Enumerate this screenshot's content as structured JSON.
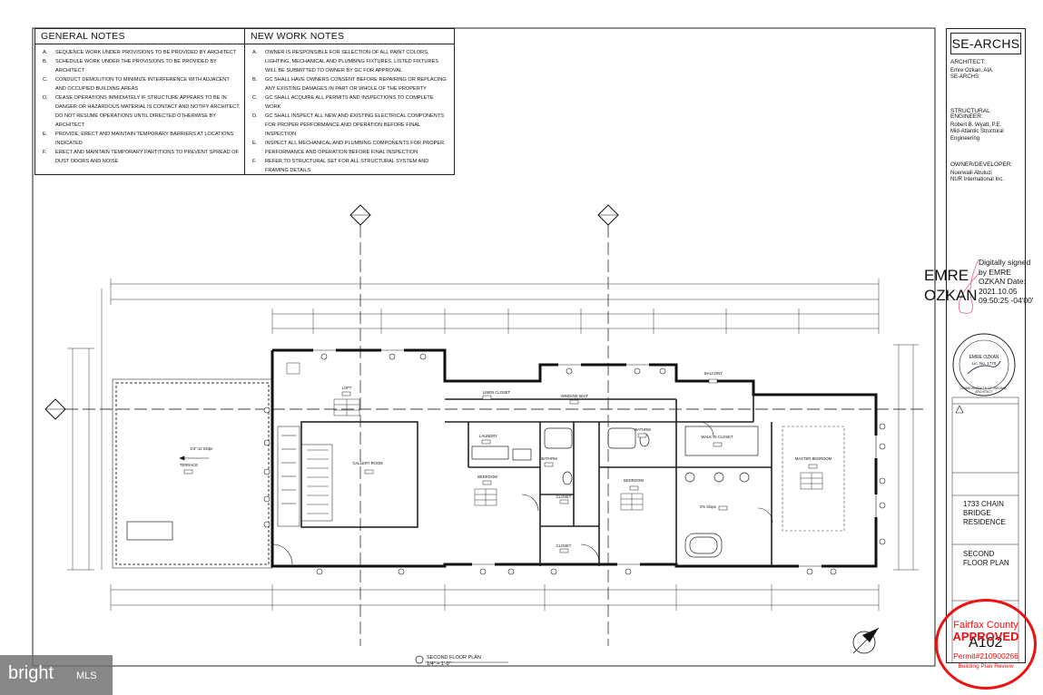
{
  "general_notes": {
    "title": "GENERAL NOTES",
    "items": [
      {
        "key": "A.",
        "text": "SEQUENCE WORK UNDER PROVISIONS TO BE PROVIDED BY ARCHITECT"
      },
      {
        "key": "B.",
        "text": "SCHEDULE WORK UNDER THE PROVISIONS TO BE PROVIDED BY ARCHITECT"
      },
      {
        "key": "C.",
        "text": "CONDUCT DEMOLITION TO MINIMIZE INTERFERENCE WITH ADJACENT AND OCCUPIED BUILDING AREAS"
      },
      {
        "key": "D.",
        "text": "CEASE OPERATIONS IMMIDIATELY IF STRUCTURE APPEARS TO BE IN DANGER OR HAZARDOUS MATERIAL IS CONTACT AND NOTIFY ARCHITECT. DO NOT RESUME OPERATIONS UNTIL DIRECTED OTHERWISE BY ARCHITECT"
      },
      {
        "key": "E.",
        "text": "PROVIDE, ERECT AND MAINTAIN TEMPORARY BARRIERS AT LOCATIONS INDICATED"
      },
      {
        "key": "F.",
        "text": "ERECT AND MAINTAIN TEMPORARY PARTITIONS TO PREVENT SPREAD OF DUST ODORS AND NOISE"
      }
    ]
  },
  "new_work_notes": {
    "title": "NEW WORK   NOTES",
    "items": [
      {
        "key": "A.",
        "text": "OWNER IS RESPONSIBLE FOR SELECTION OF ALL PAINT COLORS, LIGHTING, MECHANICAL AND PLUMBING FIXTURES. LISTED FIXTURES WILL BE SUBMITTED TO OWNER BY GC FOR APPROVAL"
      },
      {
        "key": "B.",
        "text": "GC SHALL HAVE OWNERS CONSENT BEFORE REPAIRING OR REPLACING ANY EXISTING DAMAGES IN PART OR WHOLE OF THE PROPERTY"
      },
      {
        "key": "C.",
        "text": "GC SHALL ACQUIRE ALL PERMITS AND INSPECTIONS TO COMPLETE WORK"
      },
      {
        "key": "D.",
        "text": "GC SHALL INSPECT ALL NEW AND EXISTING ELECTRICAL COMPONENTS FOR PROPER PERFORMANCE AND OPERATION BEFORE FINAL INSPECTION"
      },
      {
        "key": "E.",
        "text": "INSPECT ALL MECHANICAL AND PLUMBING COMPONENTS FOR PROPER PERFORMANCE AND OPERATION BEFORE FINAL INSPECTION"
      },
      {
        "key": "F.",
        "text": "REFER TO STRUCTURAL SET FOR ALL STRUCTURAL SYSTEM AND FRAMING DETAILS"
      }
    ]
  },
  "title_block": {
    "logo": "SE-ARCHS",
    "architect_label": "ARCHITECT:",
    "architect_name": "Emre Ozkan,  AIA",
    "architect_firm": "SE-ARCHS",
    "structural_label": "STRUCTURAL ENGINEER:",
    "structural_name": "Robert B. Wyatt, P.E.",
    "structural_firm": "Mid-Atlantic Structural Engineering",
    "owner_label": "OWNER/DEVELOPER:",
    "owner_name": "Nuerwaili Abuluzi",
    "owner_firm": "NUR International Inc.",
    "project": "1733 CHAIN BRIDGE RESIDENCE",
    "sheet_title": "SECOND FLOOR PLAN",
    "sheet_number": "A102"
  },
  "signature": {
    "name_line1": "EMRE",
    "name_line2": "OZKAN",
    "text": "Digitally signed by EMRE OZKAN Date: 2021.10.05 09:50:25 -04'00'"
  },
  "seal": {
    "name": "EMRE OZKAN",
    "license": "Lic. No. 1770",
    "ring": "COMMONWEALTH OF VIRGINIA · ARCHITECT"
  },
  "approval_stamp": {
    "county": "Fairfax County",
    "status": "APPROVED",
    "permit": "Permit#210900266",
    "review": "Building Plan Review"
  },
  "plan": {
    "caption_title": "SECOND FLOOR PLAN",
    "caption_scale": "1/4\" = 1'-0\"",
    "rooms": [
      {
        "name": "LOFT"
      },
      {
        "name": "LINEN CLOSET"
      },
      {
        "name": "WINDOW SEAT"
      },
      {
        "name": "BALCONY"
      },
      {
        "name": "LAUNDRY"
      },
      {
        "name": "GALLERY ROOM"
      },
      {
        "name": "TERRACE"
      },
      {
        "name": "BEDROOM"
      },
      {
        "name": "BATHRM"
      },
      {
        "name": "CLOSET"
      },
      {
        "name": "WALK IN CLOSET"
      },
      {
        "name": "MASTER BEDROOM"
      },
      {
        "name": "BATHRM"
      },
      {
        "name": "BEDROOM"
      },
      {
        "name": "CLOSET"
      }
    ],
    "slope_terrace": "1/4\":12 Slope",
    "slope_bath": "2%  Slope"
  },
  "watermark": {
    "brand": "bright",
    "suffix": "MLS"
  }
}
